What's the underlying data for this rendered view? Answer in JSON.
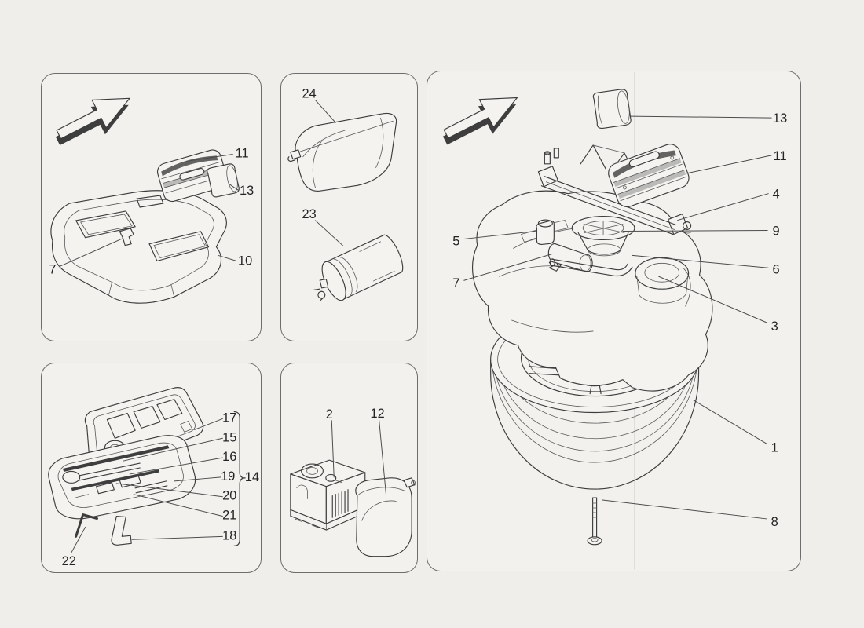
{
  "colors": {
    "background": "#efeeeb",
    "panel_background": "#f2f1ee",
    "panel_border": "#6d6d6d",
    "line_art": "#3c3c3c",
    "label_text": "#242424"
  },
  "icons": {
    "direction_arrow": "3d-block-arrow-up-right"
  },
  "panels": {
    "storage_tray": {
      "labels": {
        "p11": "11",
        "p13": "13",
        "p10": "10",
        "p7": "7"
      }
    },
    "soft_bag_and_canister": {
      "labels": {
        "p24": "24",
        "p23": "23"
      }
    },
    "tool_case": {
      "labels": {
        "p17": "17",
        "p15": "15",
        "p16": "16",
        "p19": "19",
        "p14": "14",
        "p20": "20",
        "p21": "21",
        "p18": "18",
        "p22": "22"
      }
    },
    "compressor_kit": {
      "labels": {
        "p2": "2",
        "p12": "12"
      }
    },
    "spare_wheel_assembly": {
      "labels": {
        "p13": "13",
        "p11": "11",
        "p4": "4",
        "p9": "9",
        "p5": "5",
        "p6": "6",
        "p7": "7",
        "p3": "3",
        "p1": "1",
        "p8": "8"
      }
    }
  }
}
